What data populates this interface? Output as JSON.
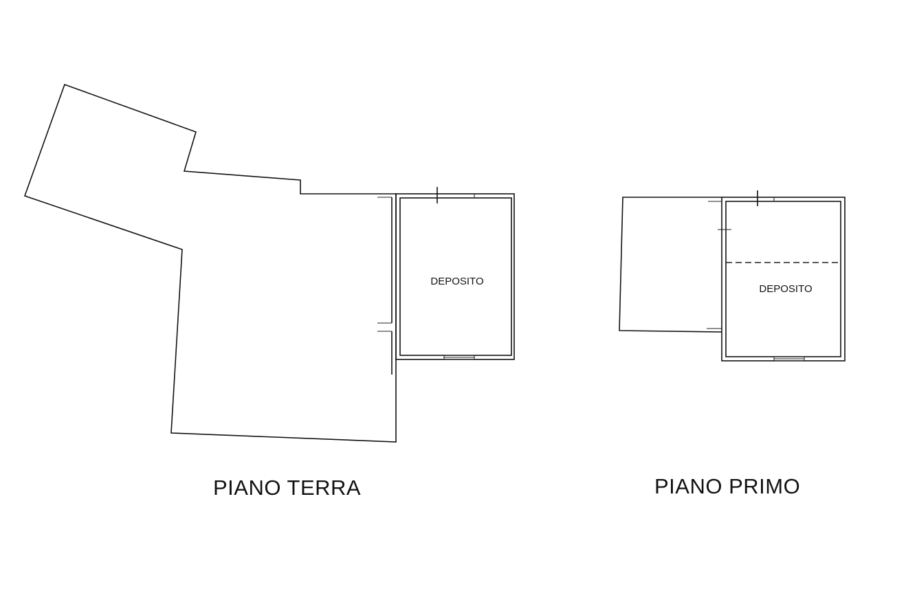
{
  "plans": {
    "ground_floor": {
      "title": "PIANO TERRA",
      "room_label": "DEPOSITO"
    },
    "first_floor": {
      "title": "PIANO PRIMO",
      "room_label": "DEPOSITO"
    }
  },
  "colors": {
    "line": "#111111",
    "background": "#ffffff"
  }
}
